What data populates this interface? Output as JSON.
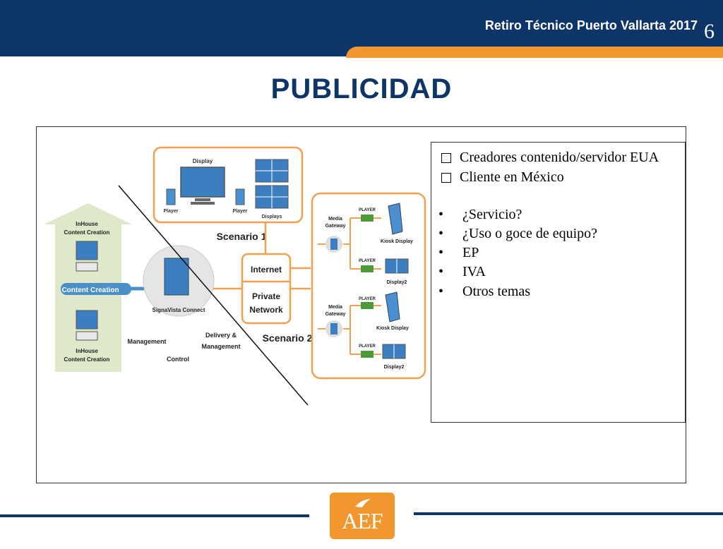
{
  "header": {
    "title": "Retiro Técnico Puerto Vallarta 2017",
    "page_number": "6"
  },
  "slide": {
    "title": "PUBLICIDAD"
  },
  "textbox": {
    "checklist": [
      "Creadores contenido/servidor EUA",
      "Cliente en México"
    ],
    "bullets": [
      "¿Servicio?",
      "¿Uso o goce de equipo?",
      "EP",
      "IVA",
      "Otros temas"
    ]
  },
  "diagram": {
    "display_label": "Display",
    "player_label": "Player",
    "displays_label": "Displays",
    "scenario1": "Scenario 1",
    "scenario2": "Scenario 2",
    "internet": "Internet",
    "private": "Private",
    "network": "Network",
    "inhouse": "InHouse",
    "content_creation_small": "Content Creation",
    "content_creation": "Content Creation",
    "signavista": "SignaVista Connect",
    "management": "Management",
    "control": "Control",
    "delivery": "Delivery &",
    "delivery_mgmt": "Management",
    "media": "Media",
    "gateway": "Gateway",
    "player_caps": "PLAYER",
    "kiosk": "Kiosk Display",
    "display2": "Display2"
  },
  "logo": {
    "text": "AEF"
  },
  "colors": {
    "navy": "#0d3567",
    "orange": "#f2962e",
    "diagram_orange": "#f0a050",
    "green": "#4a9a3a"
  }
}
